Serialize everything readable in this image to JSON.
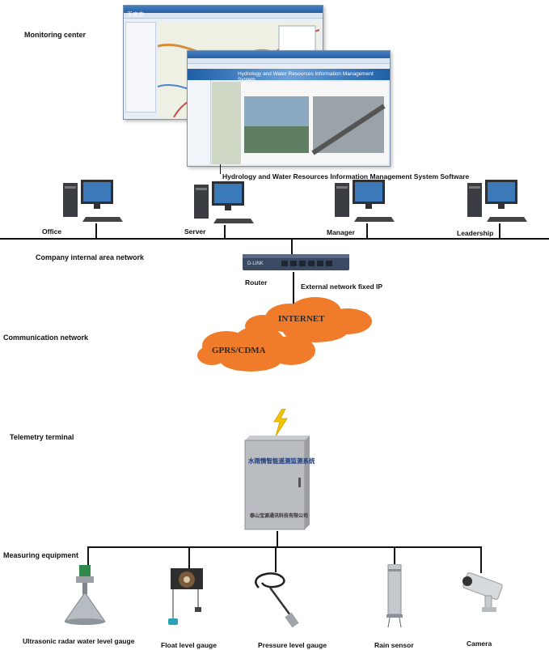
{
  "layers": {
    "monitoring_center": "Monitoring center",
    "company_network": "Company internal area network",
    "communication_network": "Communication network",
    "telemetry_terminal": "Telemetry terminal",
    "measuring_equipment": "Measuring equipment"
  },
  "software_title": "Hydrology and Water Resources Information Management System Software",
  "screens": {
    "app_brand": "平度市",
    "banner_text": "Hydrology and Water Resources Information Management System"
  },
  "computers": [
    {
      "label": "Office"
    },
    {
      "label": "Server"
    },
    {
      "label": "Manager"
    },
    {
      "label": "Leadership"
    }
  ],
  "router": {
    "label": "Router",
    "brand": "D-LINK",
    "link_label": "External network fixed IP"
  },
  "clouds": {
    "internet": "INTERNET",
    "gprs": "GPRS/CDMA"
  },
  "cabinet": {
    "title": "水雨情智能遥测监测系统",
    "maker": "泰山宝源通讯科技有限公司"
  },
  "devices": [
    {
      "label": "Ultrasonic radar water level gauge"
    },
    {
      "label": "Float level gauge"
    },
    {
      "label": "Pressure level gauge"
    },
    {
      "label": "Rain sensor"
    },
    {
      "label": "Camera"
    }
  ]
}
